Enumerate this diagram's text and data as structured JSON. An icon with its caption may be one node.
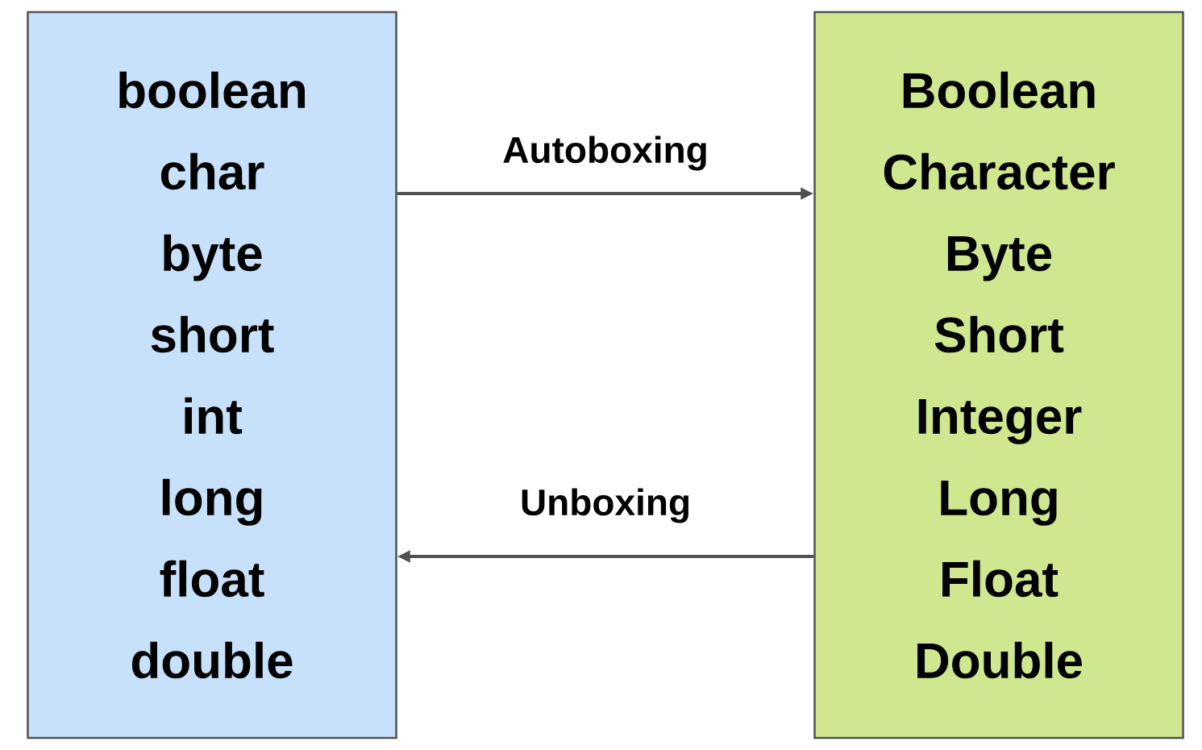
{
  "diagram": {
    "nodes": [
      {
        "text": [
          "boolean",
          "char",
          "byte",
          "short",
          "int",
          "long",
          "float",
          "double"
        ]
      },
      {
        "text": [
          "Boolean",
          "Character",
          "Byte",
          "Short",
          "Integer",
          "Long",
          "Float",
          "Double"
        ]
      }
    ],
    "edges": [
      {
        "from": 0,
        "to": 1,
        "arrow": "to",
        "label": "Autoboxing"
      },
      {
        "from": 1,
        "to": 0,
        "arrow": "to",
        "label": "Unboxing"
      }
    ]
  }
}
